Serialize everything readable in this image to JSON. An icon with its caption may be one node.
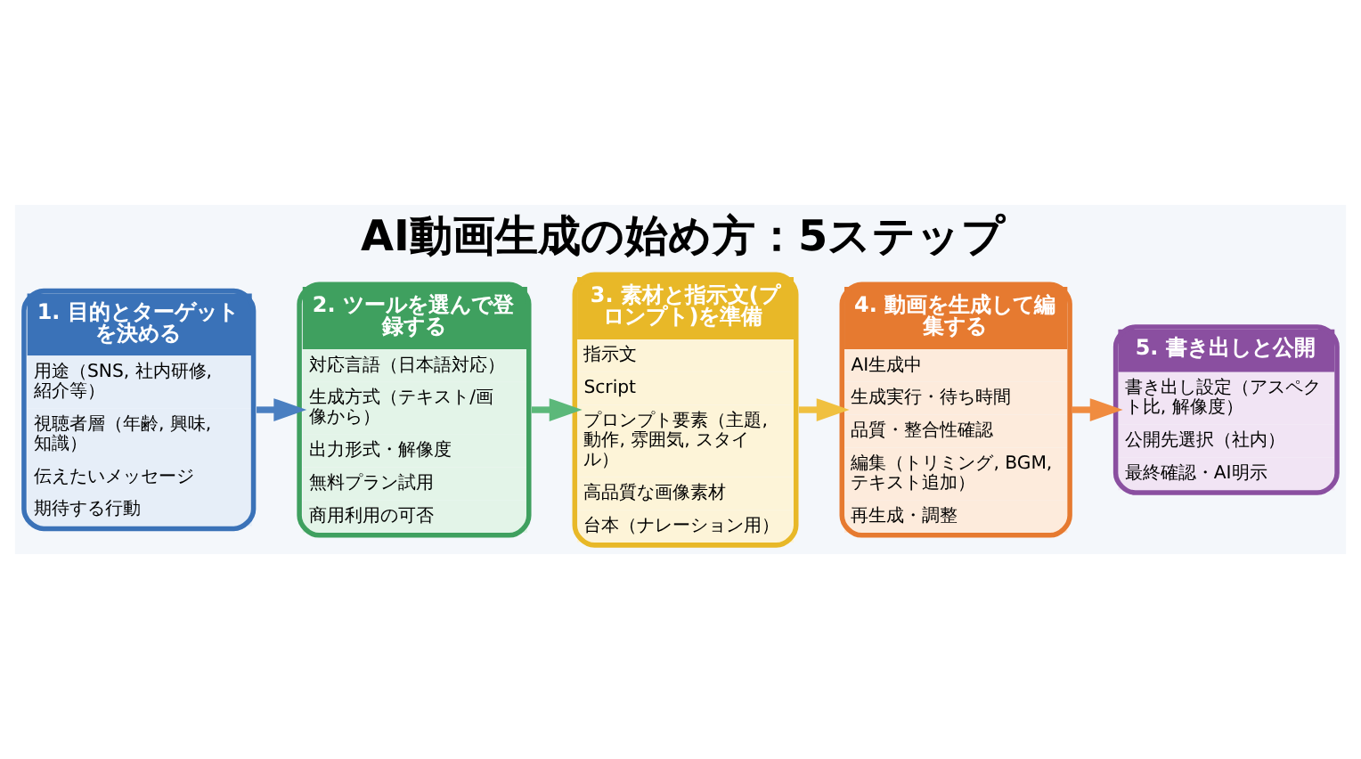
{
  "diagram": {
    "title": "AI動画生成の始め方：5ステップ",
    "nodes": [
      {
        "text": [
          "1. 目的とターゲットを決める",
          "用途（SNS, 社内研修, 紹介等）",
          "視聴者層（年齢, 興味, 知識）",
          "伝えたいメッセージ",
          "期待する行動"
        ]
      },
      {
        "text": [
          "2. ツールを選んで登録する",
          "対応言語（日本語対応）",
          "生成方式（テキスト/画像から）",
          "出力形式・解像度",
          "無料プラン試用",
          "商用利用の可否"
        ]
      },
      {
        "text": [
          "3. 素材と指示文(プロンプト)を準備",
          "指示文",
          "Script",
          "プロンプト要素（主題, 動作, 雰囲気, スタイル）",
          "高品質な画像素材",
          "台本（ナレーション用）"
        ]
      },
      {
        "text": [
          "4. 動画を生成して編集する",
          "AI生成中",
          "生成実行・待ち時間",
          "品質・整合性確認",
          "編集（トリミング, BGM, テキスト追加）",
          "再生成・調整"
        ]
      },
      {
        "text": [
          "5. 書き出しと公開",
          "書き出し設定（アスペクト比, 解像度）",
          "公開先選択（社内）",
          "最終確認・AI明示"
        ]
      }
    ],
    "edges": [
      {
        "from": 0,
        "to": 1,
        "arrow": "to",
        "color": "#4a7fc1"
      },
      {
        "from": 1,
        "to": 2,
        "arrow": "to",
        "color": "#5cb87a"
      },
      {
        "from": 2,
        "to": 3,
        "arrow": "to",
        "color": "#f0c040"
      },
      {
        "from": 3,
        "to": 4,
        "arrow": "to",
        "color": "#f08c40"
      }
    ]
  }
}
